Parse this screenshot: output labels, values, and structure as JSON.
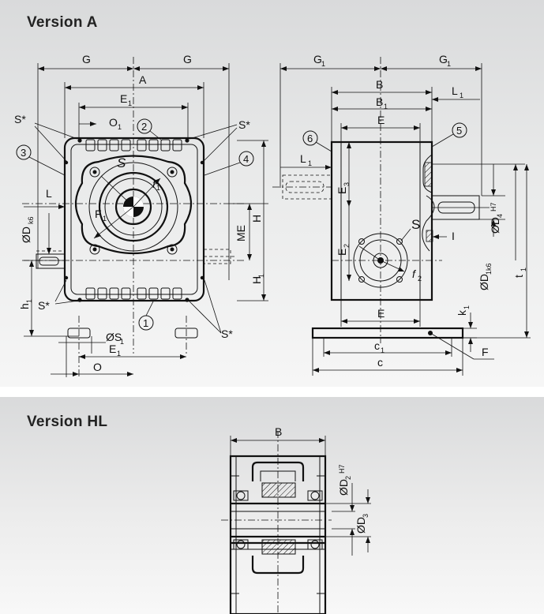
{
  "panels": {
    "a": {
      "title": "Version A"
    },
    "hl": {
      "title": "Version HL"
    }
  },
  "labels": {
    "G": "G",
    "A": "A",
    "E1": "E",
    "sub1": "1",
    "O1": "O",
    "S_star": "S*",
    "S": "S",
    "f1": "f",
    "F1": "F",
    "L": "L",
    "D": "ØD",
    "k6": "k6",
    "ME": "ME",
    "H": "H",
    "H1": "H",
    "h1": "h",
    "S1": "ØS",
    "O": "O",
    "G1": "G",
    "B": "B",
    "B1": "B",
    "E": "E",
    "L1": "L",
    "E3": "E",
    "sub3": "3",
    "E2": "E",
    "sub2": "2",
    "D4": "ØD",
    "sub4": "4",
    "H7": "H7",
    "D1k6": "ØD",
    "sub1k6": "1k6",
    "t1": "t",
    "f2": "f",
    "I": "I",
    "k1": "k",
    "c1": "c",
    "c": "c",
    "F": "F",
    "D2": "ØD",
    "D3": "ØD"
  },
  "callouts": [
    "1",
    "2",
    "3",
    "4",
    "5",
    "6"
  ]
}
